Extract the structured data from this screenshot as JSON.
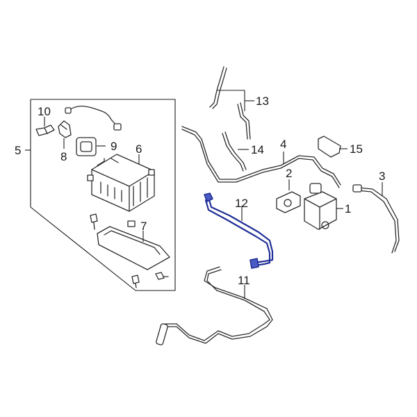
{
  "diagram": {
    "highlight_color": "#2a3aa8",
    "callouts": [
      "1",
      "2",
      "3",
      "4",
      "5",
      "6",
      "7",
      "8",
      "9",
      "10",
      "11",
      "12",
      "13",
      "14",
      "15"
    ]
  }
}
